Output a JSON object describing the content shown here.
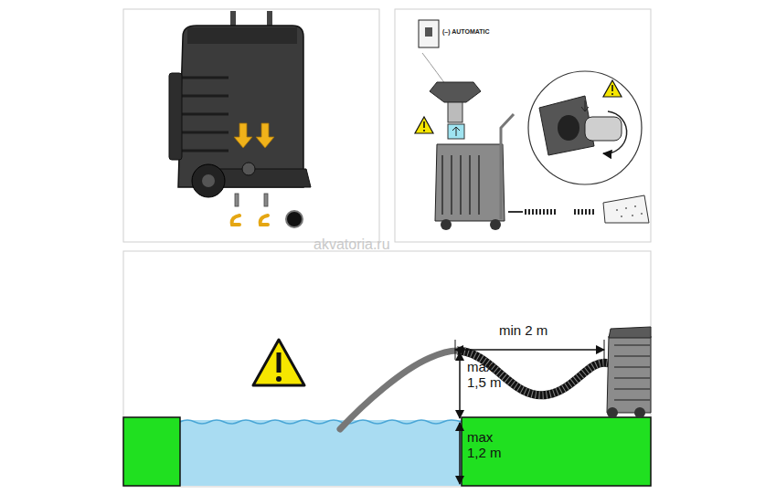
{
  "diagram": {
    "labels": [
      "(–) AUTOMATIC",
      "akvatoria.ru",
      "min 2 m",
      "max 1,5 m",
      "max 1,2 m"
    ]
  }
}
